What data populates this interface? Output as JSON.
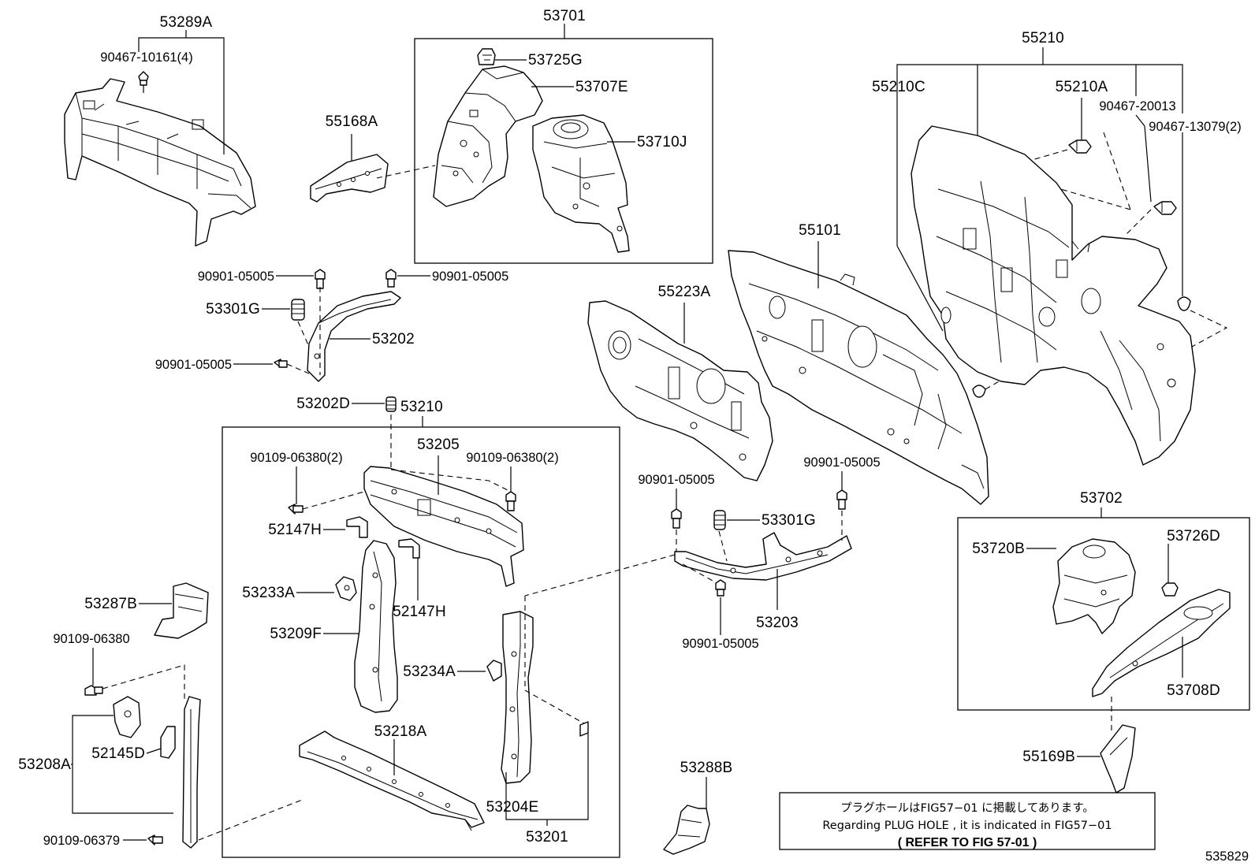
{
  "labels": {
    "p53289A": "53289A",
    "p90467_10161": "90467-10161(4)",
    "p53701": "53701",
    "p53725G": "53725G",
    "p53707E": "53707E",
    "p53710J": "53710J",
    "p55168A": "55168A",
    "p55210": "55210",
    "p55210C": "55210C",
    "p55210A": "55210A",
    "p90467_20013": "90467-20013",
    "p90467_13079": "90467-13079(2)",
    "p55101": "55101",
    "p55223A": "55223A",
    "p90901_05005_a": "90901-05005",
    "p90901_05005_b": "90901-05005",
    "p53301G_a": "53301G",
    "p53202": "53202",
    "p90901_05005_c": "90901-05005",
    "p53202D": "53202D",
    "p53210": "53210",
    "p53205": "53205",
    "p90109_06380_2a": "90109-06380(2)",
    "p90109_06380_2b": "90109-06380(2)",
    "p52147H_a": "52147H",
    "p52147H_b": "52147H",
    "p53233A": "53233A",
    "p53209F": "53209F",
    "p53234A": "53234A",
    "p53218A": "53218A",
    "p53204E": "53204E",
    "p53201": "53201",
    "p53287B": "53287B",
    "p90109_06380": "90109-06380",
    "p53208A": "53208A",
    "p52145D": "52145D",
    "p90109_06379": "90109-06379",
    "p90901_05005_d": "90901-05005",
    "p90901_05005_e": "90901-05005",
    "p53301G_b": "53301G",
    "p53203": "53203",
    "p90901_05005_f": "90901-05005",
    "p53702": "53702",
    "p53720B": "53720B",
    "p53726D": "53726D",
    "p53708D": "53708D",
    "p55169B": "55169B",
    "p53288B": "53288B",
    "diagram_id": "535829"
  },
  "note": {
    "line1": "プラグホールはFIG57−01 に掲載してあります。",
    "line2": "Regarding  PLUG  HOLE  , it  is  indicated  in  FIG57−01",
    "line3": "(    REFER  TO  FIG  57-01    )"
  }
}
